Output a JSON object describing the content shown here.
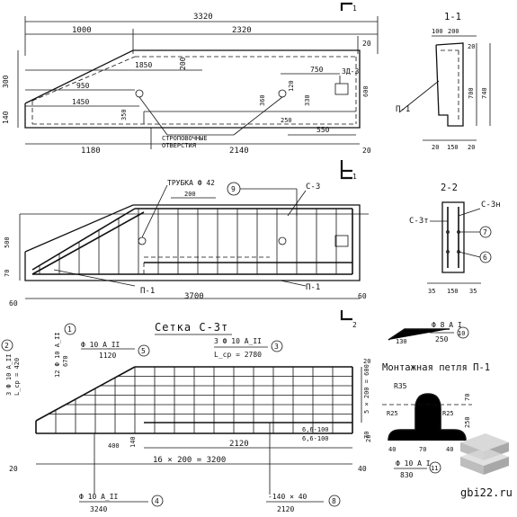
{
  "elevation": {
    "dims": {
      "overall": "3320",
      "left": "1000",
      "right": "2320",
      "end_top": "20",
      "height_total": "300",
      "bottom_h": "140",
      "slope": "1850",
      "d950": "950",
      "d1450": "1450",
      "d750": "750",
      "d200": "200",
      "d120": "120",
      "d360": "360",
      "d350": "350",
      "d330": "330",
      "d600": "600",
      "d250": "250",
      "d550": "550",
      "bottom_left": "1180",
      "bottom_right": "2140",
      "end_bottom": "20"
    },
    "notes": {
      "holes_1": "СТРОПОВОЧНЫЕ",
      "holes_2": "ОТВЕРСТИЯ",
      "embed": "ЗД-3"
    },
    "section_marks": {
      "s1_top": "1",
      "s1_bottom": "1",
      "s2_bottom": "2"
    }
  },
  "section_1_1": {
    "title": "1-1",
    "dims": {
      "a": "100",
      "b": "200",
      "c": "20",
      "h700": "700",
      "h740": "740",
      "b20": "20",
      "b150": "150",
      "b20r": "20"
    },
    "callout": "П-1"
  },
  "reinforcement_view": {
    "labels": {
      "pipe": "ТРУБКА Ф 42",
      "pipe_dim": "200",
      "mark_9": "9",
      "mesh": "С-3",
      "p1_left": "П-1",
      "p1_right": "П-1",
      "len": "3700",
      "end_l": "60",
      "end_r": "60",
      "h1": "500",
      "h2": "70"
    }
  },
  "section_2_2": {
    "title": "2-2",
    "labels": {
      "mesh_left": "С-3т",
      "mesh_right": "С-3н",
      "mark_7": "7",
      "mark_6": "6",
      "b35": "35",
      "b150": "150",
      "b35r": "35"
    }
  },
  "mesh_c3t": {
    "title": "Сетка С-3т",
    "callouts": {
      "m2": "2",
      "m1": "1",
      "m5": "5",
      "m3": "3",
      "m4": "4",
      "m8": "8",
      "bar2_a": "3 Ф 10 А_II",
      "bar2_b": "L_ср = 420",
      "bar1_a": "12 Ф 10 А_II",
      "bar1_b": "670",
      "bar5_a": "Ф 10 А_II",
      "bar5_b": "1120",
      "bar3_a": "3 Ф 10 А_II",
      "bar3_b": "L_ср = 2780",
      "bar4_a": "Ф 10 А_II",
      "bar4_b": "3240",
      "bar8_a": "-140 × 40",
      "bar8_b": "2120"
    },
    "dims": {
      "pitch": "5 × 200 = 600",
      "d2120": "2120",
      "d400": "400",
      "d140": "140",
      "pitch_main": "16 × 200 = 3200",
      "left_end": "20",
      "right_end": "40",
      "d160a": "6,6-100",
      "d160b": "6,6-100",
      "d20": "20",
      "d70": "70"
    }
  },
  "bar10": {
    "dim_a": "130",
    "dim_b": "250",
    "spec": "Ф 8 А I",
    "mark": "10"
  },
  "loop_p1": {
    "title": "Монтажная петля П-1",
    "dims": {
      "r35": "R35",
      "r25a": "R25",
      "r25b": "R25",
      "h70": "70",
      "h250": "250",
      "w40": "40",
      "w70": "70",
      "w40r": "40",
      "h20": "20"
    },
    "spec": "Ф 10 А I",
    "length": "830",
    "mark": "11"
  },
  "watermark": "gbi22.ru"
}
